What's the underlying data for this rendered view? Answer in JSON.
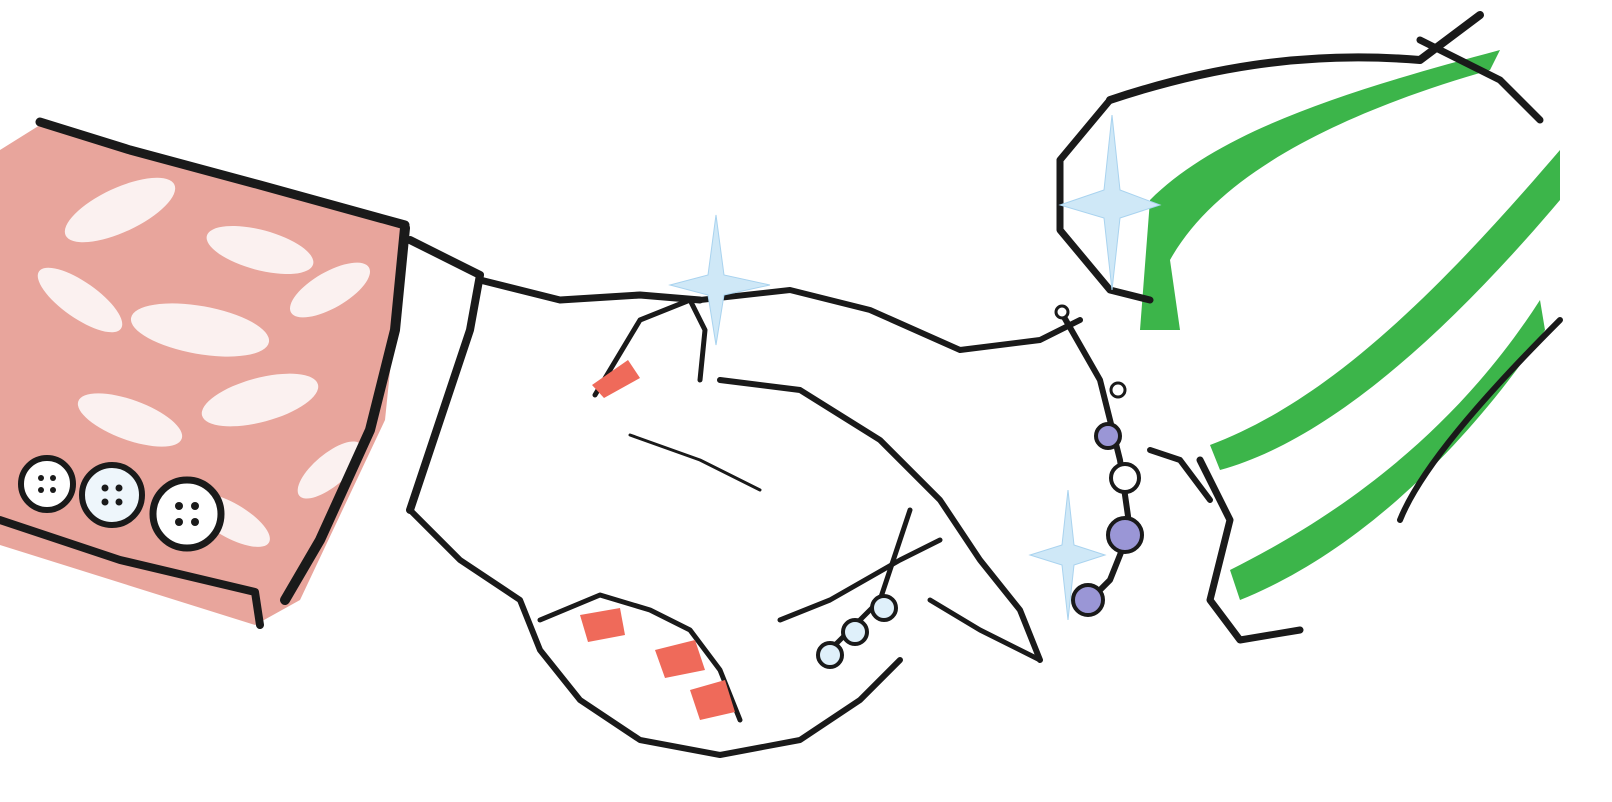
{
  "colors": {
    "background": "#ffffff",
    "ink": "#1a1a1a",
    "left_sleeve": "#e8a59c",
    "leaf_pattern": "#ffffff",
    "right_sleeve_accent": "#3cb54a",
    "nail_polish": "#ef6a5a",
    "sparkle": "#cfe8f7",
    "bracelet_gem": "#9a96d6"
  },
  "icons": [
    "left-sleeve",
    "right-sleeve",
    "cuff-buttons",
    "sparkles",
    "bracelet",
    "ring"
  ]
}
